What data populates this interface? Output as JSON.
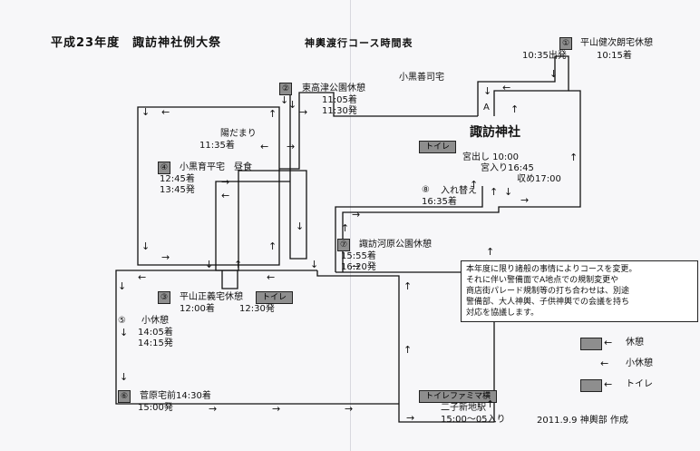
{
  "header": {
    "title": "平成23年度　諏訪神社例大祭",
    "subtitle": "神輿渡行コース時間表"
  },
  "stops": {
    "s1": {
      "num": "①",
      "name": "平山健次朗宅休憩",
      "arr": "10:15着",
      "dep": "10:35出発"
    },
    "s2": {
      "num": "②",
      "name": "東高津公園休憩",
      "arr": "11:05着",
      "dep": "11:30発"
    },
    "s3": {
      "num": "③",
      "name": "平山正義宅休憩",
      "arr": "12:00着",
      "dep": "12:30発",
      "toilet": "トイレ"
    },
    "s4": {
      "num": "④",
      "name": "小黒育平宅　昼食",
      "arr": "12:45着",
      "dep": "13:45発"
    },
    "s5": {
      "num": "⑤",
      "name": "小休憩",
      "arr": "14:05着",
      "dep": "14:15発"
    },
    "s6": {
      "num": "⑥",
      "name": "菅原宅前14:30着",
      "dep": "15:00発"
    },
    "s7": {
      "num": "⑦",
      "name": "諏訪河原公園休憩",
      "arr": "15:55着",
      "dep": "16:20発"
    },
    "s8": {
      "num": "⑧",
      "name": "入れ替え",
      "dep": "16:35着"
    }
  },
  "hidamari": {
    "name": "陽だまり",
    "arr": "11:35着"
  },
  "kuroguro": "小黒善司宅",
  "point_a": "A",
  "shrine": {
    "name": "諏訪神社",
    "toilet": "トイレ",
    "depart": "宮出し 10:00",
    "enter": "宮入り16:45",
    "finish": "収め17:00"
  },
  "station": {
    "tag": "トイレファミマ横",
    "name": "二子新地駅",
    "time": "15:00〜05入り"
  },
  "notice": "本年度に限り諸般の事情によりコースを変更。\nそれに伴い警備面でA地点での規制変更や\n商店街パレード規制等の打ち合わせは、別途\n警備部、大人神輿、子供神輿での会議を持ち\n対応を協議します。",
  "legend": {
    "rest": "休憩",
    "short_rest": "小休憩",
    "toilet": "トイレ"
  },
  "footer": "2011.9.9  神輿部  作成",
  "colors": {
    "tag_fill": "#8e8e8e",
    "line": "#111111"
  }
}
